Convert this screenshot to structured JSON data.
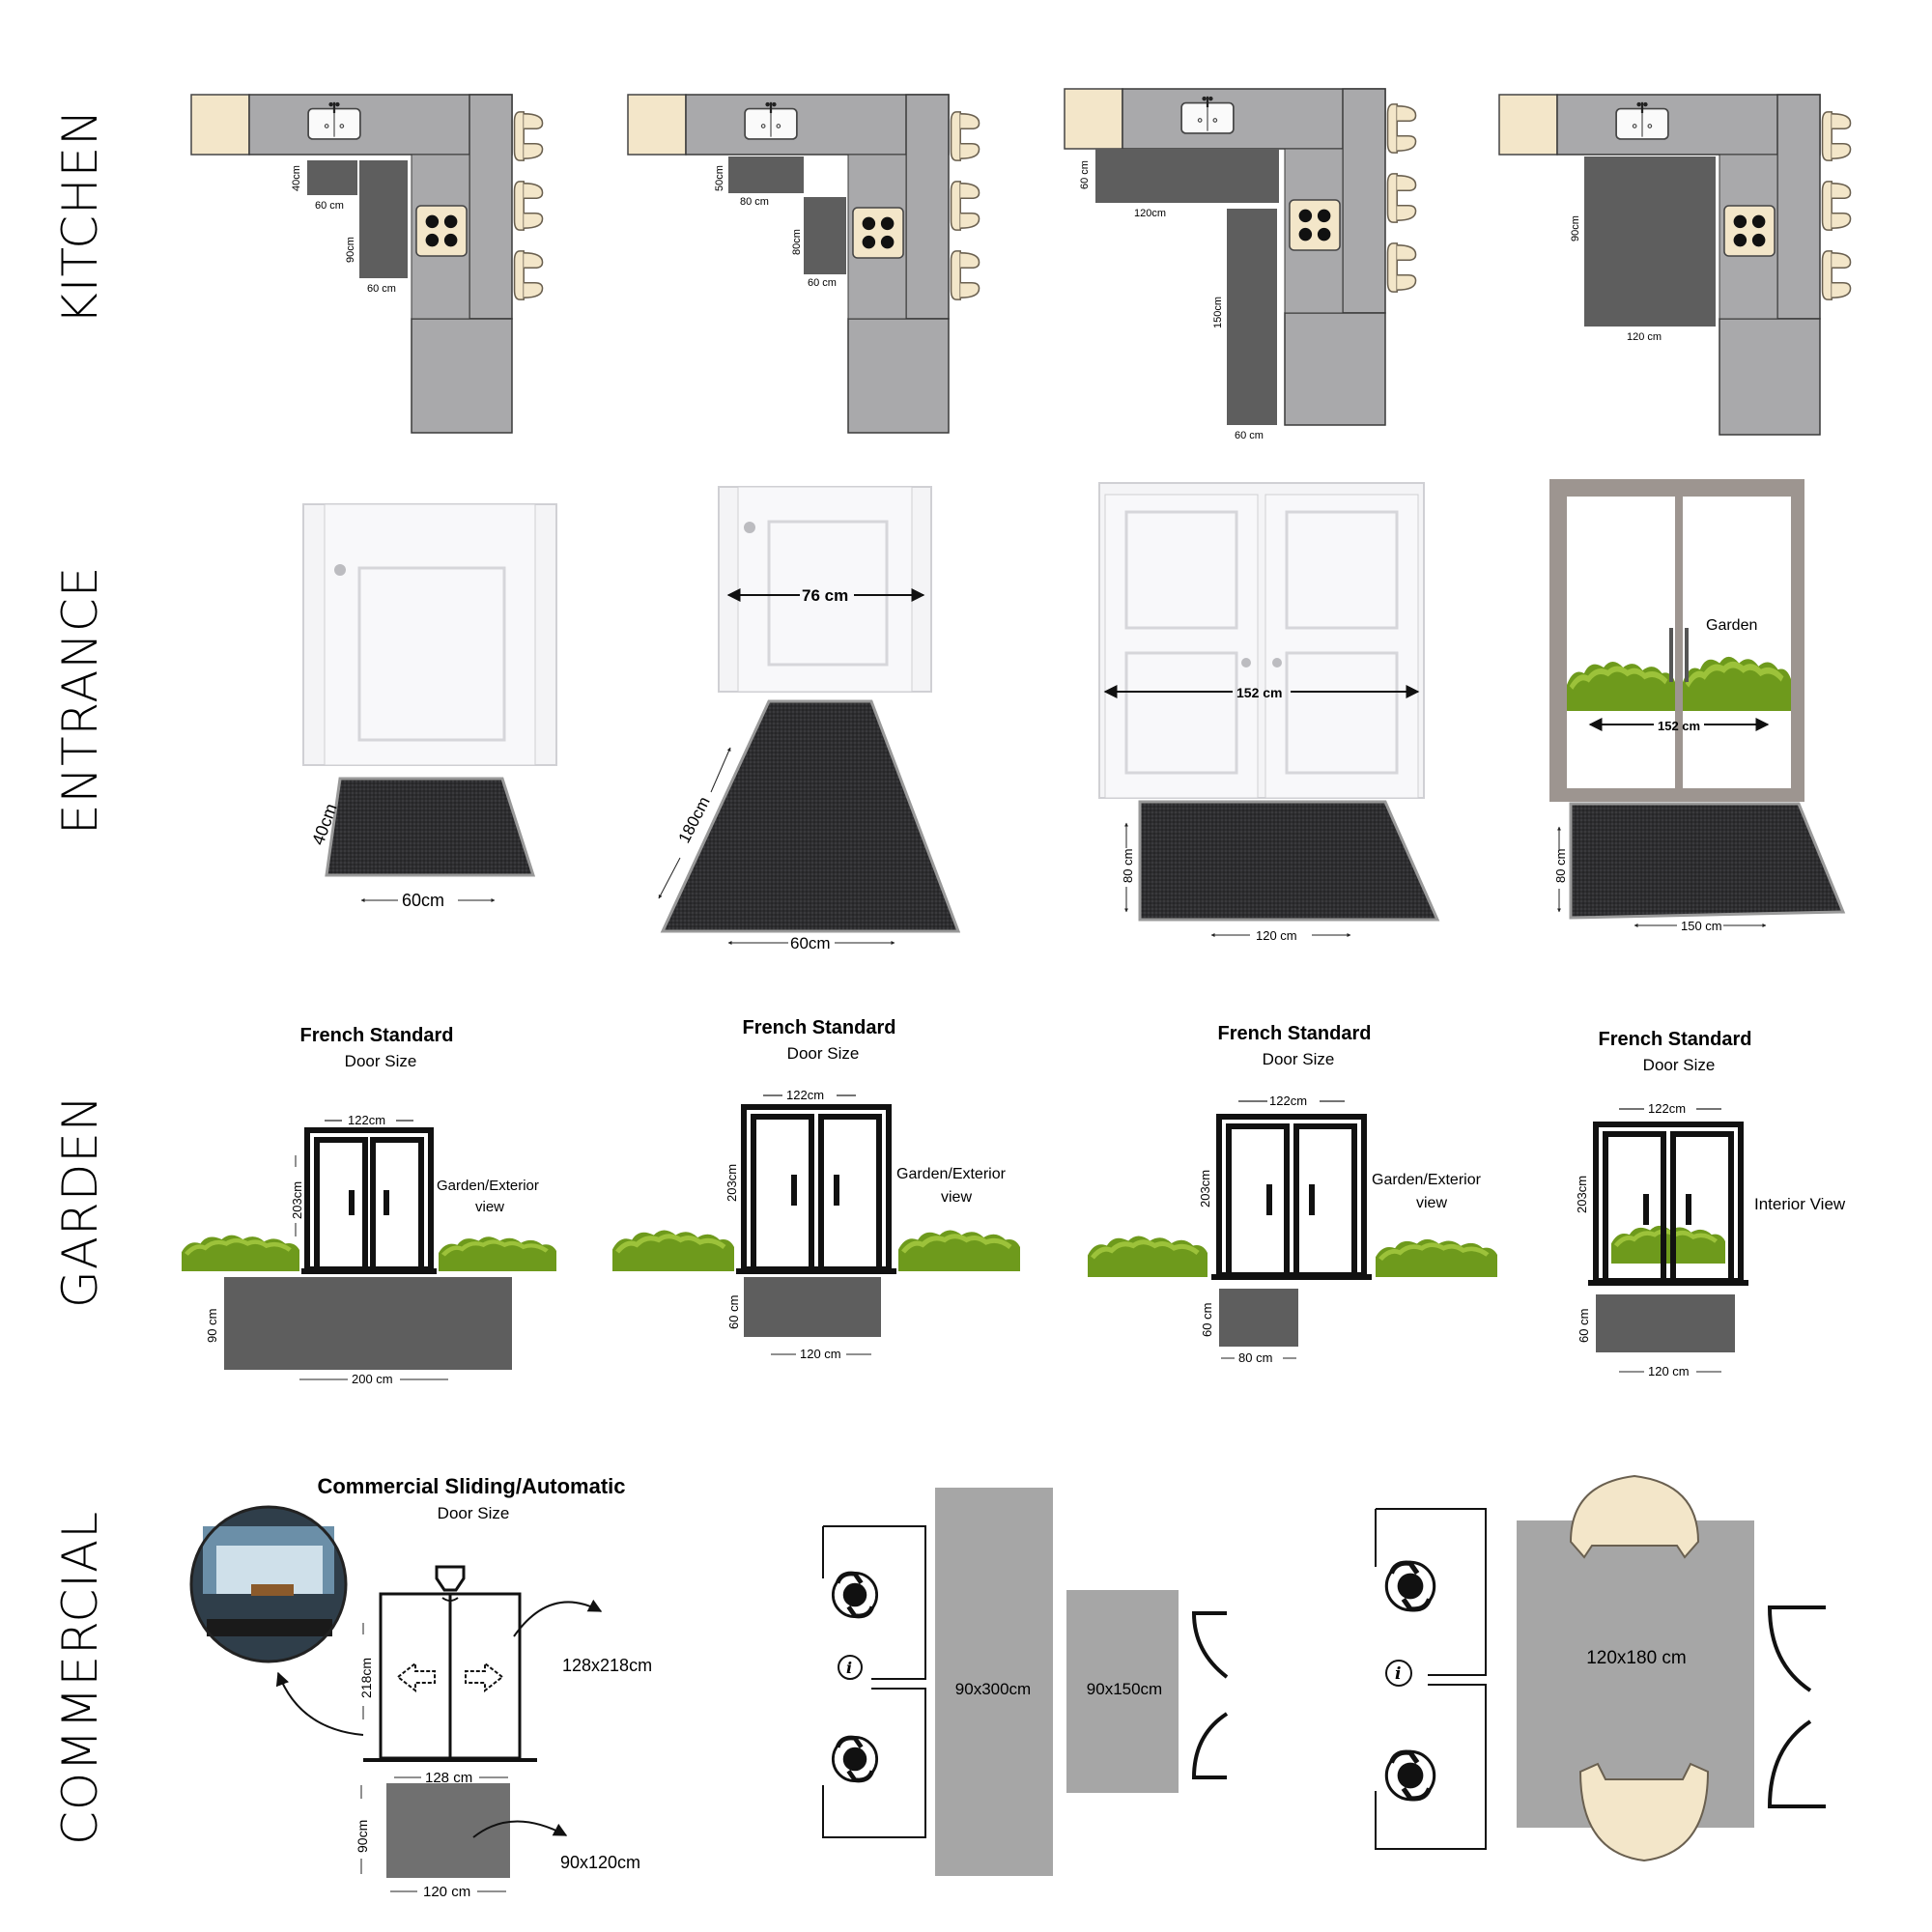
{
  "rows": {
    "kitchen": "KITCHEN",
    "entrance": "ENTRANCE",
    "garden": "GARDEN",
    "commercial": "COMMERCIAL"
  },
  "colors": {
    "counter": "#a9a9ab",
    "counter_edge": "#3a3a3a",
    "mat_dark": "#5e5e5e",
    "mat_light": "#a6a6a6",
    "cream": "#f3e6c9",
    "hedge": "#6e9a1c",
    "hedge_light": "#9cc23a",
    "door_white": "#f4f4f6",
    "frame_taupe": "#9d9590",
    "entrance_mat": "#2c2c2e"
  },
  "kitchen": [
    {
      "w1": "60 cm",
      "h1": "40cm",
      "w2": "60 cm",
      "h2": "90cm"
    },
    {
      "w1": "80 cm",
      "h1": "50cm",
      "w2": "60 cm",
      "h2": "80cm"
    },
    {
      "w1": "120cm",
      "h1": "60 cm",
      "w2": "60 cm",
      "h2": "150cm"
    },
    {
      "w1": "120 cm",
      "h1": "90cm"
    }
  ],
  "entrance": [
    {
      "width": "60cm",
      "depth": "40cm"
    },
    {
      "door": "76 cm",
      "width": "60cm",
      "depth": "180cm"
    },
    {
      "door": "152 cm",
      "width": "120 cm",
      "depth": "80 cm"
    },
    {
      "door": "152 cm",
      "outside": "Garden",
      "width": "150 cm",
      "depth": "80 cm"
    }
  ],
  "garden": [
    {
      "title": "French Standard",
      "subtitle": "Door Size",
      "door_w": "122cm",
      "door_h": "203cm",
      "view1": "Garden/Exterior",
      "view2": "view",
      "mat_w": "200 cm",
      "mat_h": "90 cm"
    },
    {
      "title": "French Standard",
      "subtitle": "Door Size",
      "door_w": "122cm",
      "door_h": "203cm",
      "view1": "Garden/Exterior",
      "view2": "view",
      "mat_w": "120 cm",
      "mat_h": "60 cm"
    },
    {
      "title": "French Standard",
      "subtitle": "Door Size",
      "door_w": "122cm",
      "door_h": "203cm",
      "view1": "Garden/Exterior",
      "view2": "view",
      "mat_w": "80 cm",
      "mat_h": "60 cm"
    },
    {
      "title": "French Standard",
      "subtitle": "Door Size",
      "door_w": "122cm",
      "door_h": "203cm",
      "view1": "Interior View",
      "mat_w": "120 cm",
      "mat_h": "60 cm"
    }
  ],
  "commercial": {
    "title": "Commercial Sliding/Automatic",
    "subtitle": "Door Size",
    "door_h": "218cm",
    "door_w": "128 cm",
    "door_size": "128x218cm",
    "mat_h": "90cm",
    "mat_w": "120 cm",
    "mat_size": "90x120cm",
    "mat_long": "90x300cm",
    "mat_short": "90x150cm",
    "mat_square": "120x180 cm",
    "info": "i"
  }
}
